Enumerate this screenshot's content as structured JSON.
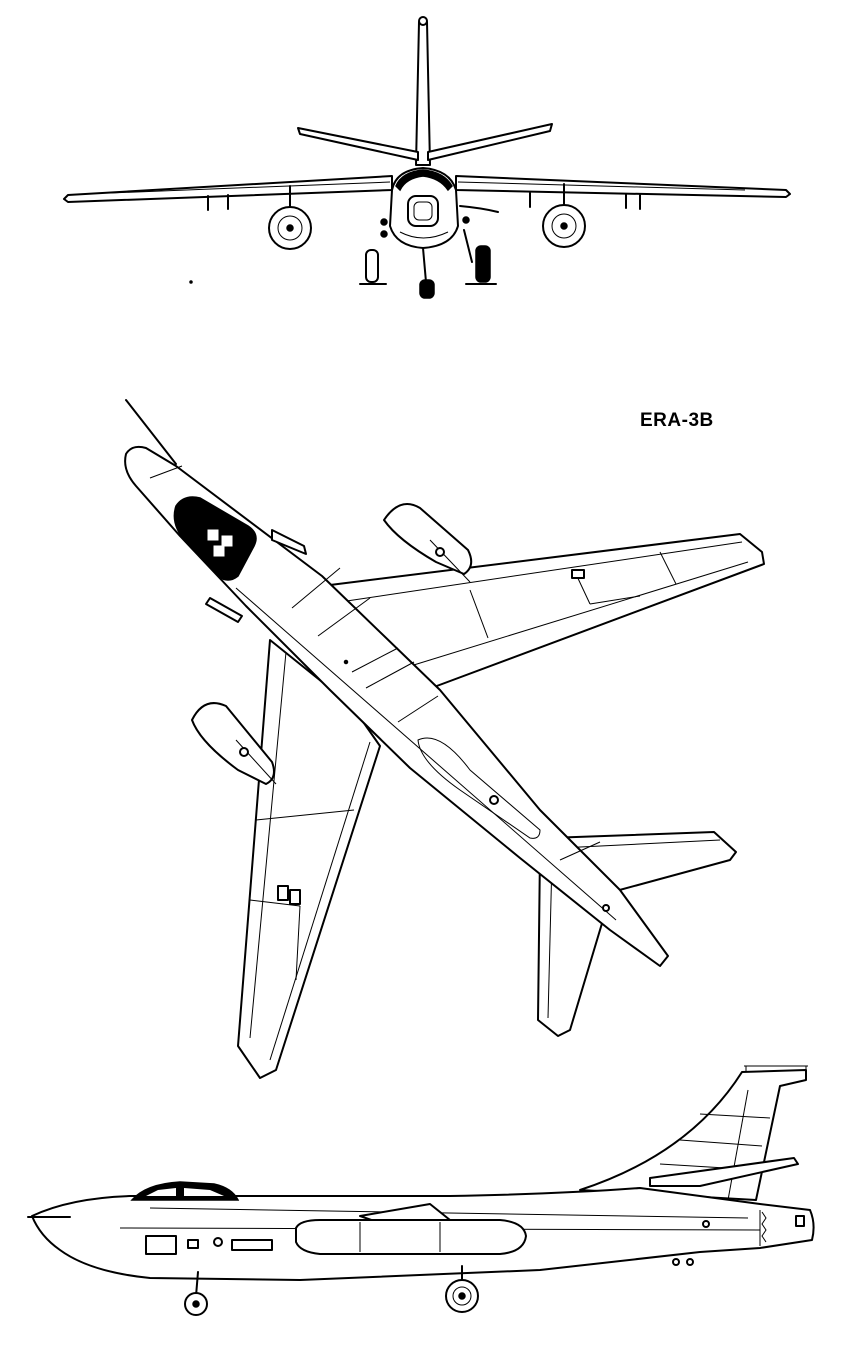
{
  "drawing": {
    "designation": "ERA-3B",
    "line_color": "#000000",
    "background_color": "#ffffff",
    "views": [
      "front",
      "top",
      "side"
    ]
  }
}
